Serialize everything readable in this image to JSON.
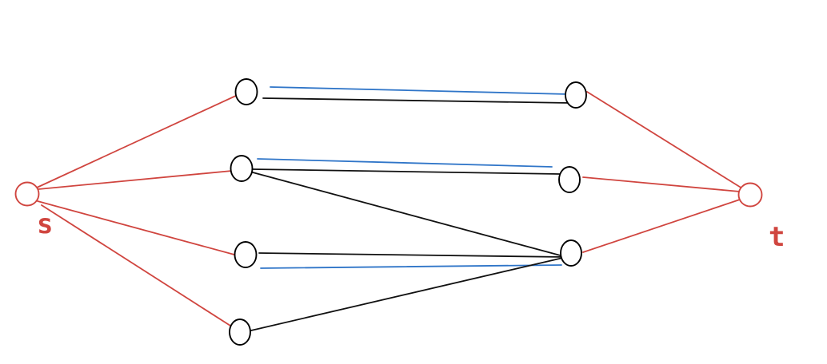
{
  "labels": {
    "source": "s",
    "sink": "t"
  },
  "colors": {
    "source_sink": "#d0453f",
    "node": "#000000",
    "edge_black": "#111111",
    "edge_red": "#d0453f",
    "edge_blue": "#2f75c8",
    "background": "#ffffff"
  },
  "nodes": [
    {
      "id": "s",
      "role": "source"
    },
    {
      "id": "L1",
      "role": "left"
    },
    {
      "id": "L2",
      "role": "left"
    },
    {
      "id": "L3",
      "role": "left"
    },
    {
      "id": "L4",
      "role": "left"
    },
    {
      "id": "R1",
      "role": "right"
    },
    {
      "id": "R2",
      "role": "right"
    },
    {
      "id": "R3",
      "role": "right"
    },
    {
      "id": "t",
      "role": "sink"
    }
  ],
  "edges": [
    {
      "from": "s",
      "to": "L1",
      "color": "red"
    },
    {
      "from": "s",
      "to": "L2",
      "color": "red"
    },
    {
      "from": "s",
      "to": "L3",
      "color": "red"
    },
    {
      "from": "s",
      "to": "L4",
      "color": "red"
    },
    {
      "from": "R1",
      "to": "t",
      "color": "red"
    },
    {
      "from": "R2",
      "to": "t",
      "color": "red"
    },
    {
      "from": "R3",
      "to": "t",
      "color": "red"
    },
    {
      "from": "L1",
      "to": "R1",
      "color": "black"
    },
    {
      "from": "L2",
      "to": "R2",
      "color": "black"
    },
    {
      "from": "L2",
      "to": "R3",
      "color": "black"
    },
    {
      "from": "L3",
      "to": "R3",
      "color": "black"
    },
    {
      "from": "L4",
      "to": "R3",
      "color": "black"
    }
  ],
  "flow_edges": [
    {
      "from": "L1",
      "to": "R1",
      "color": "blue"
    },
    {
      "from": "L2",
      "to": "R2",
      "color": "blue"
    },
    {
      "from": "L3",
      "to": "R3",
      "color": "blue"
    }
  ]
}
